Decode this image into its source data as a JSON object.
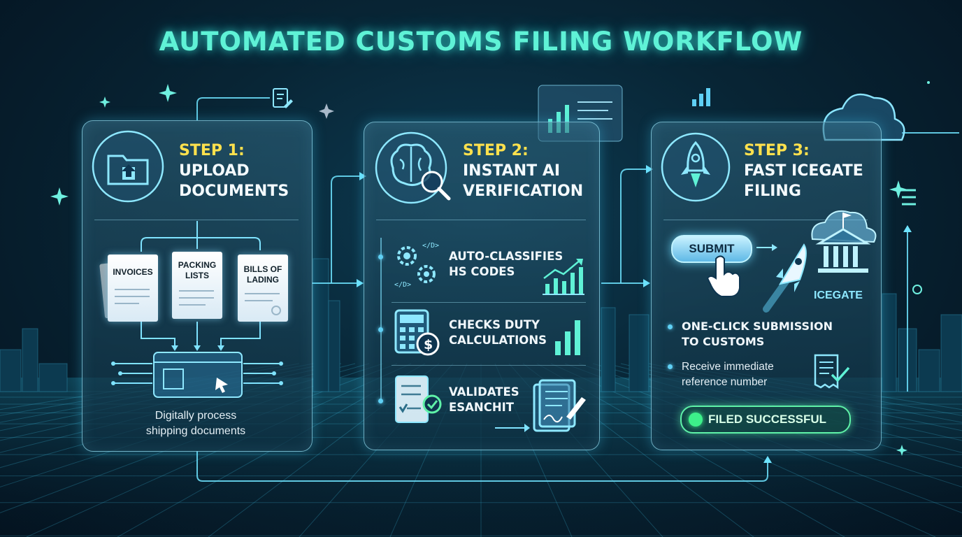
{
  "title": "AUTOMATED CUSTOMS FILING WORKFLOW",
  "colors": {
    "accent": "#5ff2d6",
    "step_number": "#ffe14d",
    "success": "#3df08a",
    "glow": "#5fd0f5"
  },
  "steps": [
    {
      "number": "STEP 1:",
      "title_lines": [
        "UPLOAD",
        "DOCUMENTS"
      ],
      "icon": "folder-upload-icon",
      "documents": [
        {
          "lines": [
            "INVOICES"
          ]
        },
        {
          "lines": [
            "PACKING",
            "LISTS"
          ]
        },
        {
          "lines": [
            "BILLS OF",
            "LADING"
          ]
        }
      ],
      "caption_lines": [
        "Digitally process",
        "shipping documents"
      ]
    },
    {
      "number": "STEP 2:",
      "title_lines": [
        "INSTANT AI",
        "VERIFICATION"
      ],
      "icon": "brain-search-icon",
      "items": [
        {
          "lines": [
            "AUTO-CLASSIFIES",
            "HS CODES"
          ],
          "icon": "gears-code-icon"
        },
        {
          "lines": [
            "CHECKS DUTY",
            "CALCULATIONS"
          ],
          "icon": "calculator-icon"
        },
        {
          "lines": [
            "VALIDATES",
            "ESANCHIT"
          ],
          "icon": "checklist-icon"
        }
      ]
    },
    {
      "number": "STEP 3:",
      "title_lines": [
        "FAST ICEGATE",
        "FILING"
      ],
      "icon": "rocket-icon",
      "submit_label": "SUBMIT",
      "portal_label": "ICEGATE",
      "items": [
        {
          "lines": [
            "ONE-CLICK SUBMISSION",
            "TO CUSTOMS"
          ]
        },
        {
          "lines": [
            "Receive immediate",
            "reference number"
          ]
        }
      ],
      "status_label": "FILED SUCCESSFUL"
    }
  ]
}
